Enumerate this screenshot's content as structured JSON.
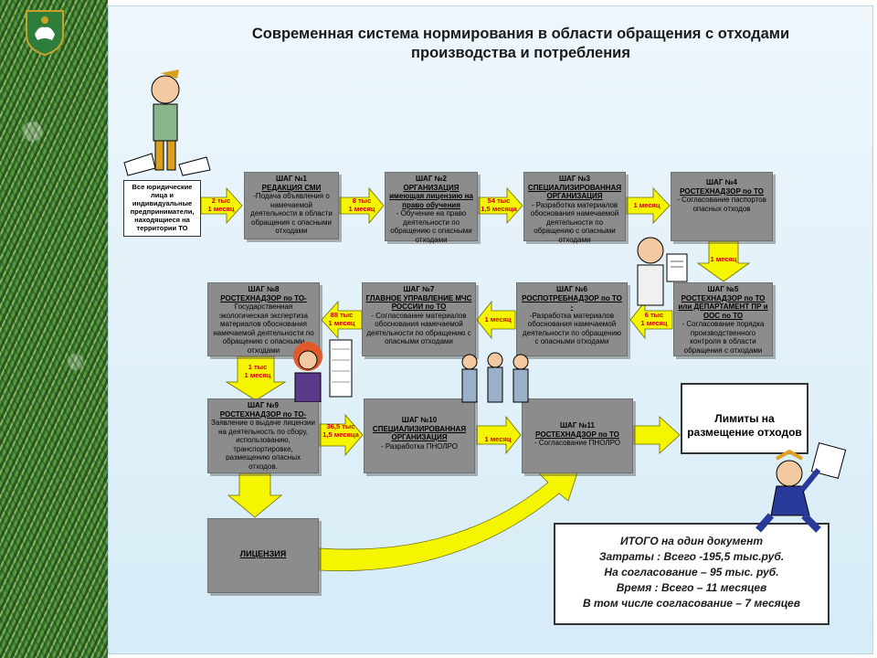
{
  "title": {
    "line1": "Современная система нормирования в области обращения с отходами",
    "line2": "производства и потребления"
  },
  "start_box": "Все юридические лица и индивидуальные предприниматели, находящиеся на территории ТО",
  "steps": [
    {
      "step": "ШАГ №1",
      "org": "РЕДАКЦИЯ СМИ",
      "text": "-Подача объявления о намечаемой деятельности в области обращения с опасными отходами"
    },
    {
      "step": "ШАГ №2",
      "org": "ОРГАНИЗАЦИЯ имеющая лицензию на право обучения",
      "text": "- Обучение на право деятельности по обращению с опасными отходами"
    },
    {
      "step": "ШАГ №3",
      "org": "СПЕЦИАЛИЗИРОВАННАЯ ОРГАНИЗАЦИЯ",
      "text": "- Разработка материалов обоснования намечаемой деятельности по обращению с опасными отходами"
    },
    {
      "step": "ШАГ №4",
      "org": "РОСТЕХНАДЗОР по ТО",
      "text": "- Согласование паспортов опасных отходов"
    },
    {
      "step": "ШАГ №5",
      "org": "РОСТЕХНАДЗОР по ТО или ДЕПАРТАМЕНТ ПР и ООС по ТО",
      "text": "- Согласование порядка производственного контроля в области обращения с отходами"
    },
    {
      "step": "ШАГ №6",
      "org": "РОСПОТРЕБНАДЗОР по ТО -",
      "text": "-Разработка материалов обоснования намечаемой деятельности по обращению с опасными отходами"
    },
    {
      "step": "ШАГ №7",
      "org": "ГЛАВНОЕ УПРАВЛЕНИЕ МЧС РОССИИ по ТО",
      "text": "- Согласование материалов обоснования намечаемой деятельности по обращению с опасными отходами"
    },
    {
      "step": "ШАГ №8",
      "org": "РОСТЕХНАДЗОР по ТО-",
      "text": "Государственная экологическая экспертиза материалов обоснования намечаемой деятельности по обращению с опасными отходами"
    },
    {
      "step": "ШАГ №9",
      "org": "РОСТЕХНАДЗОР по ТО-",
      "text": "Заявление о выдаче лицензии на деятельность по сбору, использованию, транспортировке, размещению опасных отходов."
    },
    {
      "step": "ШАГ №10",
      "org": "СПЕЦИАЛИЗИРОВАННАЯ ОРГАНИЗАЦИЯ",
      "text": "- Разработка ПНОЛРО"
    },
    {
      "step": "ШАГ №11",
      "org": "РОСТЕХНАДЗОР по ТО",
      "text": "- Согласование ПНОЛРО"
    }
  ],
  "flows": [
    {
      "l1": "2 тыс",
      "l2": "1 месяц"
    },
    {
      "l1": "8 тыс",
      "l2": "1 месяц"
    },
    {
      "l1": "54 тыс",
      "l2": "1,5 месяца"
    },
    {
      "l1": "1 месяц",
      "l2": ""
    },
    {
      "l1": "1 месяц",
      "l2": ""
    },
    {
      "l1": "6 тыс",
      "l2": "1 месяц"
    },
    {
      "l1": "1 месяц",
      "l2": ""
    },
    {
      "l1": "88 тыс",
      "l2": "1 месяц"
    },
    {
      "l1": "1 тыс",
      "l2": "1 месяц"
    },
    {
      "l1": "36,5 тыс",
      "l2": "1,5 месяца"
    },
    {
      "l1": "1 месяц",
      "l2": ""
    }
  ],
  "license_label": "ЛИЦЕНЗИЯ",
  "limits_label": "Лимиты на размещение отходов",
  "summary": [
    "ИТОГО на один документ",
    "Затраты : Всего -195,5 тыс.руб.",
    "На согласование – 95 тыс. руб.",
    "Время : Всего – 11 месяцев",
    "В том числе согласование – 7 месяцев"
  ],
  "colors": {
    "arrow": "#f5f500",
    "box": "#8c8c8c",
    "flow_text": "#cc0000",
    "license_arrow": "#f5f500"
  }
}
